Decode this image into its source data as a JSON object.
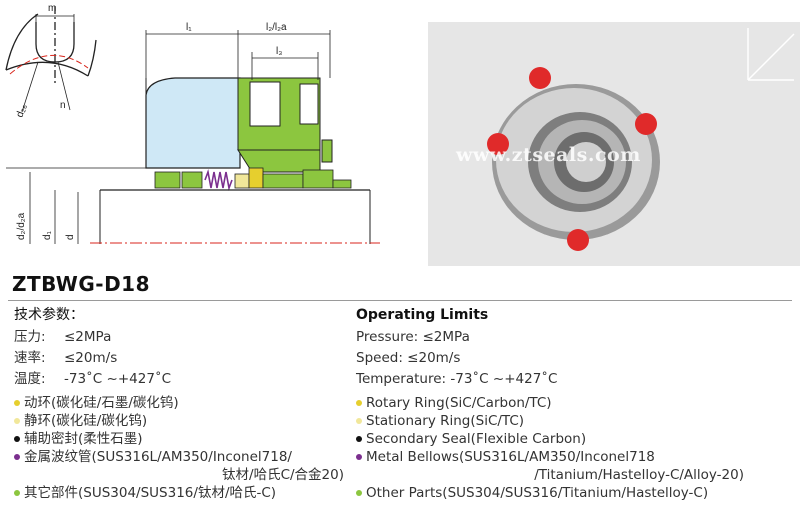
{
  "model": "ZTBWG-D18",
  "watermark": "www.ztseals.com",
  "drawing": {
    "labels": {
      "m": "m",
      "n": "n",
      "d26": "d₂₆",
      "l1": "l₁",
      "l2": "l₂/l₂a",
      "l3": "l₃",
      "d2": "d₂/d₂a",
      "d1": "d₁",
      "d": "d"
    }
  },
  "params_cn": {
    "heading": "技术参数：",
    "limits": [
      {
        "key": "压力:",
        "value": "≤2MPa"
      },
      {
        "key": "速率:",
        "value": "≤20m/s"
      },
      {
        "key": "温度:",
        "value": "-73˚C ~+427˚C"
      }
    ],
    "materials": [
      {
        "text": "动环(碳化硅/石墨/碳化钨)",
        "cont": "",
        "color": "#e6cf2e"
      },
      {
        "text": "静环(碳化硅/碳化钨)",
        "cont": "",
        "color": "#f1e79a"
      },
      {
        "text": "辅助密封(柔性石墨)",
        "cont": "",
        "color": "#111111"
      },
      {
        "text": "金属波纹管(SUS316L/AM350/Inconel718/",
        "cont": "钛材/哈氏C/合金20)",
        "color": "#7b2f8e"
      },
      {
        "text": "其它部件(SUS304/SUS316/钛材/哈氏-C)",
        "cont": "",
        "color": "#8cc63f"
      }
    ]
  },
  "params_en": {
    "heading": "Operating Limits",
    "limits": [
      {
        "key": "Pressure:",
        "value": "≤2MPa"
      },
      {
        "key": "Speed:",
        "value": "≤20m/s"
      },
      {
        "key": "Temperature:",
        "value": "-73˚C ~+427˚C"
      }
    ],
    "materials": [
      {
        "text": "Rotary  Ring(SiC/Carbon/TC)",
        "cont": "",
        "color": "#e6cf2e"
      },
      {
        "text": "Stationary  Ring(SiC/TC)",
        "cont": "",
        "color": "#f1e79a"
      },
      {
        "text": "Secondary  Seal(Flexible Carbon)",
        "cont": "",
        "color": "#111111"
      },
      {
        "text": "Metal  Bellows(SUS316L/AM350/Inconel718",
        "cont": "/Titanium/Hastelloy-C/Alloy-20)",
        "color": "#7b2f8e"
      },
      {
        "text": "Other  Parts(SUS304/SUS316/Titanium/Hastelloy-C)",
        "cont": "",
        "color": "#8cc63f"
      }
    ]
  }
}
